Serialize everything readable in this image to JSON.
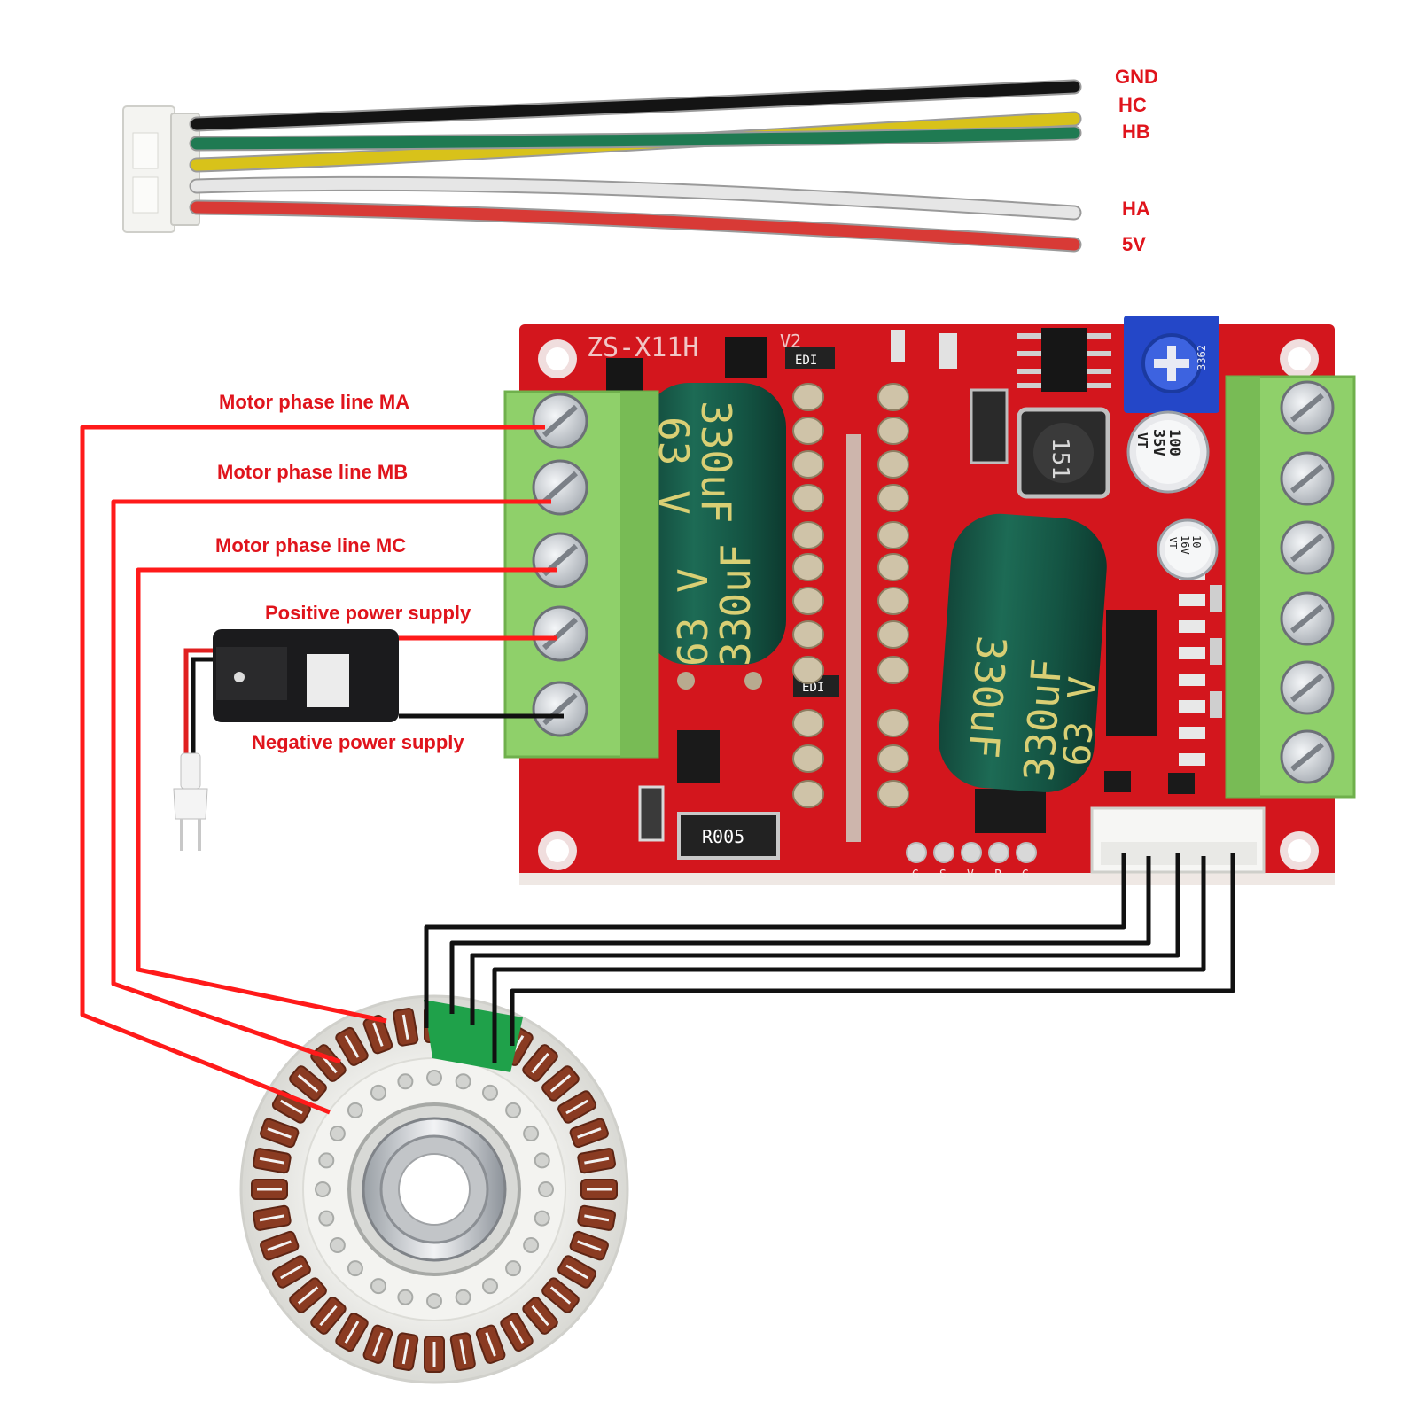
{
  "harness": {
    "wires": [
      {
        "label": "GND",
        "color": "#141414"
      },
      {
        "label": "HC",
        "color": "#d8c21a"
      },
      {
        "label": "HB",
        "color": "#1f7a52"
      },
      {
        "label": "HA",
        "color": "#e6e6e6"
      },
      {
        "label": "5V",
        "color": "#d83a36"
      }
    ]
  },
  "board": {
    "model": "ZS-X11H",
    "revision": "V2",
    "big_cap_value": "330uF",
    "big_cap_voltage": "63 V",
    "cap_100_value": "100",
    "cap_100_voltage": "35V",
    "cap_100_series": "VT",
    "cap_10_value": "10",
    "cap_10_voltage": "16V",
    "cap_10_series": "VT",
    "shunt": "R005",
    "diode": "EDI",
    "inductor": "151",
    "pot": "3362",
    "pin_labels": [
      "G",
      "S",
      "V",
      "P",
      "G"
    ],
    "pcb_color": "#d3161d",
    "terminal_color": "#8fd06a"
  },
  "labels": {
    "ma": "Motor phase line MA",
    "mb": "Motor phase line MB",
    "mc": "Motor phase line MC",
    "pos": "Positive power supply",
    "neg": "Negative power supply"
  },
  "colors": {
    "phase_wire": "#ff1a1a",
    "hall_wire": "#111111",
    "label_red": "#e0141c"
  }
}
